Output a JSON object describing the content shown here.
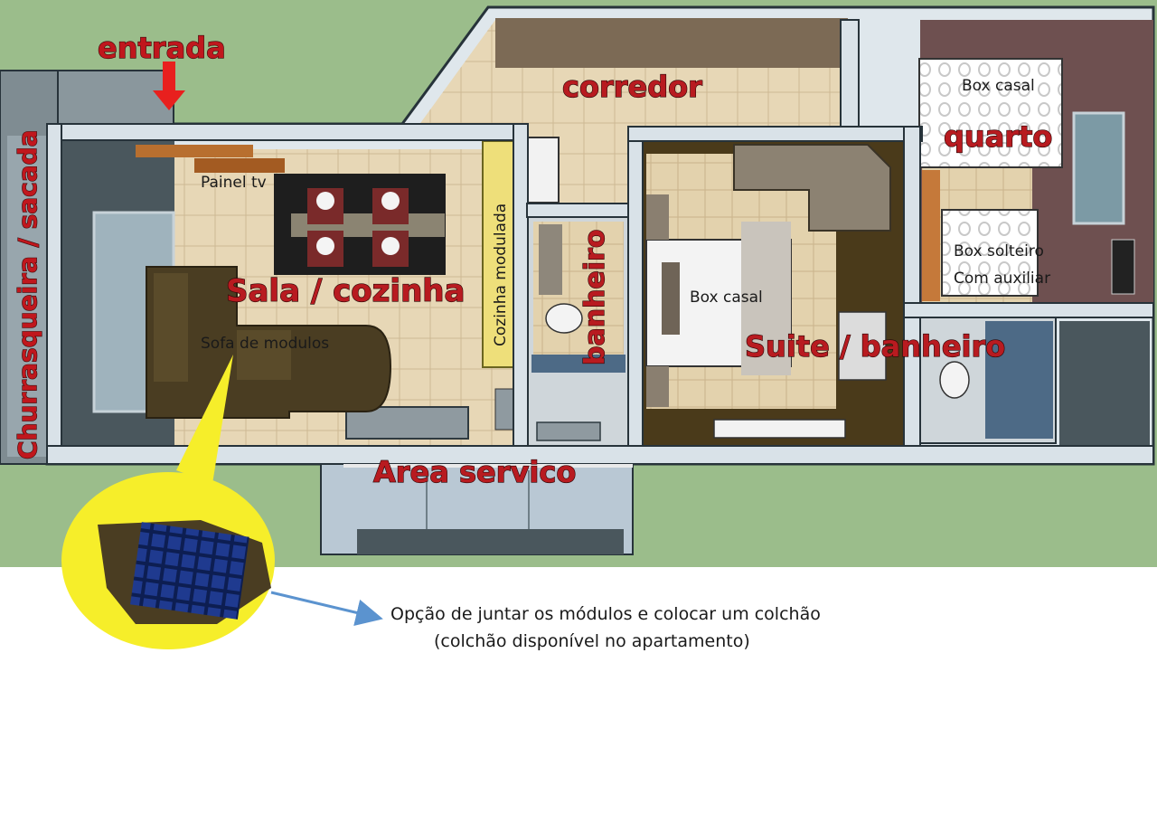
{
  "labels": {
    "entrada": "entrada",
    "churrasqueira": "Churrasqueira / sacada",
    "corredor": "corredor",
    "quarto": "quarto",
    "box_casal_quarto": "Box casal",
    "painel_tv": "Painel tv",
    "sala_cozinha": "Sala / cozinha",
    "sofa": "Sofa de modulos",
    "cozinha_modulada": "Cozinha modulada",
    "banheiro": "banheiro",
    "box_casal_suite": "Box casal",
    "suite_banheiro": "Suite / banheiro",
    "box_solteiro": "Box solteiro",
    "com_auxiliar": "Com auxiliar",
    "area_servico": "Area servico"
  },
  "caption": {
    "line1": "Opção de juntar os módulos e colocar um colchão",
    "line2": "(colchão disponível no apartamento)"
  },
  "colors": {
    "grass": "#9bbd8b",
    "wall": "#d9e2e8",
    "wall_edge": "#27333a",
    "floor_tile": "#e6d6b5",
    "sofa": "#4a3d22",
    "highlight": "#f6ee2a",
    "mattress": "#1f3a8f",
    "arrow_red": "#e8201e",
    "arrow_blue": "#5b93cf"
  }
}
